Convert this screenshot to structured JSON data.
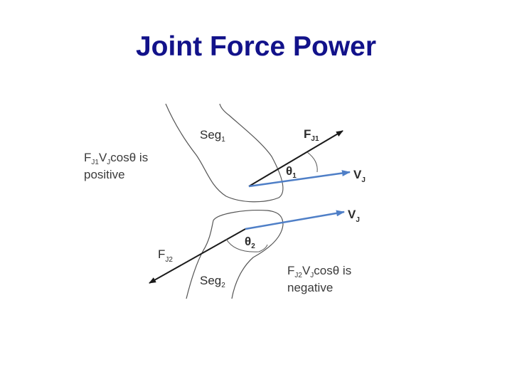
{
  "title": "Joint Force Power",
  "labels": {
    "seg1": {
      "base": "Seg",
      "sub": "1"
    },
    "seg2": {
      "base": "Seg",
      "sub": "2"
    },
    "fj1": {
      "base": "F",
      "sub": "J1"
    },
    "fj2": {
      "base": "F",
      "sub": "J2"
    },
    "vj_top": {
      "base": "V",
      "sub": "J"
    },
    "vj_bottom": {
      "base": "V",
      "sub": "J"
    },
    "theta1": {
      "base": "θ",
      "sub": "1"
    },
    "theta2": {
      "base": "θ",
      "sub": "2"
    }
  },
  "notes": {
    "positive": {
      "f": "F",
      "fsub": "J1",
      "v": "V",
      "vsub": "J",
      "rest": "cosθ is",
      "line2": "positive"
    },
    "negative": {
      "f": "F",
      "fsub": "J2",
      "v": "V",
      "vsub": "J",
      "rest": "cosθ is",
      "line2": "negative"
    }
  },
  "colors": {
    "title": "#12128a",
    "force_arrow": "#1a1a1a",
    "velocity_arrow": "#4f7fc7",
    "segment_outline": "#555555"
  }
}
